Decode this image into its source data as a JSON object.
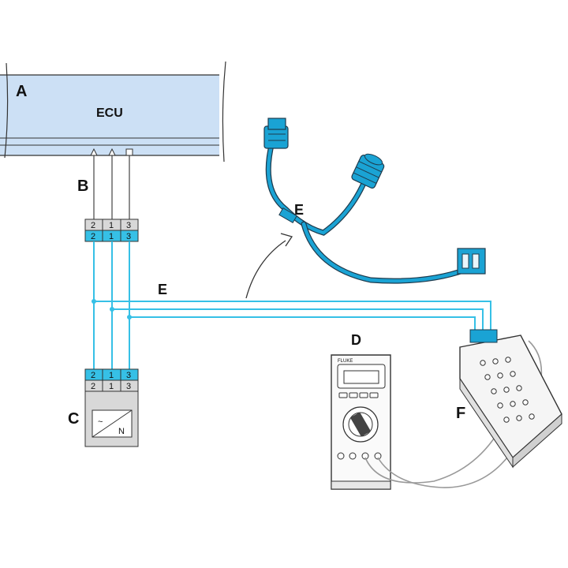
{
  "labels": {
    "ecu_letter": "A",
    "ecu_name": "ECU",
    "lead_letter": "B",
    "sensor_letter": "C",
    "meter_letter": "D",
    "cable_letter_top": "E",
    "cable_letter_mid": "E",
    "breakout_letter": "F"
  },
  "connector_top": {
    "pins_upper": [
      "2",
      "1",
      "3"
    ],
    "pins_lower": [
      "2",
      "1",
      "3"
    ]
  },
  "connector_bottom": {
    "pins_upper": [
      "2",
      "1",
      "3"
    ],
    "pins_lower": [
      "2",
      "1",
      "3"
    ]
  },
  "sensor": {
    "symbol_wave": "~",
    "symbol_n": "N"
  },
  "meter": {
    "brand": "FLUKE"
  },
  "colors": {
    "ecu_fill": "#cce0f5",
    "wire": "#36c0e6",
    "cable": "#1aa3d4",
    "connector_grey": "#d8d8d8",
    "line": "#333333"
  }
}
